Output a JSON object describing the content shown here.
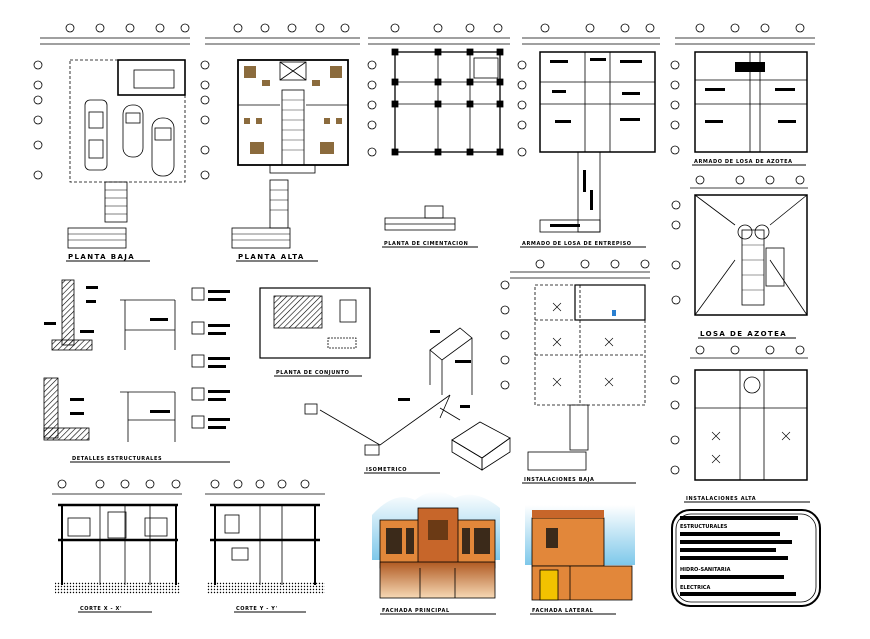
{
  "sheet": {
    "labels": {
      "planta_baja": "PLANTA BAJA",
      "planta_alta": "PLANTA ALTA",
      "planta_cimentacion": "PLANTA DE CIMENTACION",
      "armado_losa_entrepiso": "ARMADO DE LOSA DE ENTREPISO",
      "armado_losa_azotea": "ARMADO DE LOSA DE AZOTEA",
      "losa_azotea": "LOSA DE AZOTEA",
      "detalles_estructurales": "DETALLES ESTRUCTURALES",
      "planta_conjunto": "PLANTA DE CONJUNTO",
      "isometrico": "ISOMETRICO",
      "instalaciones_baja": "INSTALACIONES BAJA",
      "instalaciones_alta": "INSTALACIONES ALTA",
      "corte_x": "CORTE X - X'",
      "corte_y": "CORTE Y - Y'",
      "fachada_principal": "FACHADA PRINCIPAL",
      "fachada_lateral": "FACHADA LATERAL"
    },
    "title_block": {
      "estructurales": "ESTRUCTURALES",
      "hidro_sanitaria": "HIDRO-SANITARIA",
      "electrica": "ELECTRICA"
    },
    "colors": {
      "line": "#000000",
      "furniture": "#8b6b3d",
      "sky": "#7ec8ea",
      "facade_orange": "#e2873a",
      "facade_brown": "#8a4a1e",
      "door_yellow": "#f2c200"
    }
  }
}
